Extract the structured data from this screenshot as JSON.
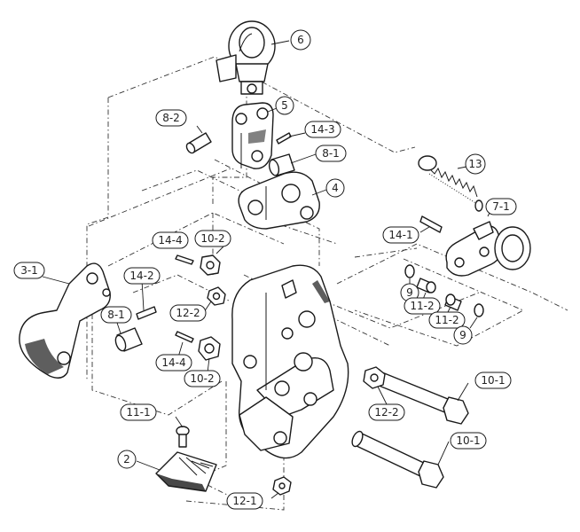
{
  "labels": {
    "l6": "6",
    "l5": "5",
    "l8_2": "8-2",
    "l14_3": "14-3",
    "l8_1a": "8-1",
    "l13": "13",
    "l4": "4",
    "l7_1": "7-1",
    "l14_1": "14-1",
    "l14_4a": "14-4",
    "l10_2a": "10-2",
    "l3_1": "3-1",
    "l14_2": "14-2",
    "l12_2a": "12-2",
    "l8_1b": "8-1",
    "l14_4b": "14-4",
    "l10_2b": "10-2",
    "l9a": "9",
    "l11_2a": "11-2",
    "l11_2b": "11-2",
    "l9b": "9",
    "l10_1a": "10-1",
    "l12_2b": "12-2",
    "l11_1": "11-1",
    "l2": "2",
    "l10_1b": "10-1",
    "l12_1": "12-1"
  }
}
